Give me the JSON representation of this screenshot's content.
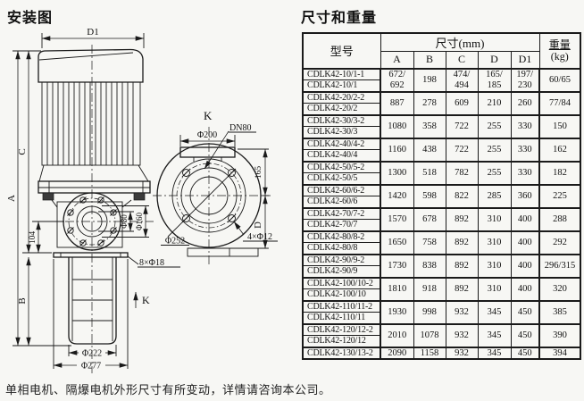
{
  "page": {
    "title_left": "安装图",
    "title_right": "尺寸和重量",
    "note": "单相电机、隔爆电机外形尺寸有所变动，详情请咨询本公司。"
  },
  "diagram": {
    "front_view": {
      "dim_d1": "D1",
      "dim_a": "A",
      "dim_b": "B",
      "dim_c": "C",
      "dim_104": "104",
      "dim_phi80": "Φ80",
      "dim_phi160": "Φ160",
      "dim_bolt_holes": "8×Φ18",
      "dim_phi222": "Φ222",
      "dim_phi277": "Φ277",
      "k_arrow_label": "K"
    },
    "k_view": {
      "view_label": "K",
      "dim_phi200": "Φ200",
      "flange_label": "DN80",
      "dim_165": "165",
      "dim_d": "D",
      "dim_bolt_holes": "4×Φ12",
      "dim_phi252": "Φ252"
    }
  },
  "table": {
    "header": {
      "model": "型号",
      "dims": "尺寸(mm)",
      "weight_line1": "重量",
      "weight_line2": "(kg)",
      "cols": [
        "A",
        "B",
        "C",
        "D",
        "D1"
      ]
    },
    "groups": [
      {
        "models": [
          "CDLK42-10/1-1",
          "CDLK42-10/1"
        ],
        "values": [
          "672/\n692",
          "198",
          "474/\n494",
          "165/\n185",
          "197/\n230",
          "60/65"
        ]
      },
      {
        "models": [
          "CDLK42-20/2-2",
          "CDLK42-20/2"
        ],
        "values": [
          "887",
          "278",
          "609",
          "210",
          "260",
          "77/84"
        ]
      },
      {
        "models": [
          "CDLK42-30/3-2",
          "CDLK42-30/3"
        ],
        "values": [
          "1080",
          "358",
          "722",
          "255",
          "330",
          "150"
        ]
      },
      {
        "models": [
          "CDLK42-40/4-2",
          "CDLK42-40/4"
        ],
        "values": [
          "1160",
          "438",
          "722",
          "255",
          "330",
          "162"
        ]
      },
      {
        "models": [
          "CDLK42-50/5-2",
          "CDLK42-50/5"
        ],
        "values": [
          "1300",
          "518",
          "782",
          "255",
          "330",
          "182"
        ]
      },
      {
        "models": [
          "CDLK42-60/6-2",
          "CDLK42-60/6"
        ],
        "values": [
          "1420",
          "598",
          "822",
          "285",
          "360",
          "225"
        ]
      },
      {
        "models": [
          "CDLK42-70/7-2",
          "CDLK42-70/7"
        ],
        "values": [
          "1570",
          "678",
          "892",
          "310",
          "400",
          "288"
        ]
      },
      {
        "models": [
          "CDLK42-80/8-2",
          "CDLK42-80/8"
        ],
        "values": [
          "1650",
          "758",
          "892",
          "310",
          "400",
          "292"
        ]
      },
      {
        "models": [
          "CDLK42-90/9-2",
          "CDLK42-90/9"
        ],
        "values": [
          "1730",
          "838",
          "892",
          "310",
          "400",
          "296/315"
        ]
      },
      {
        "models": [
          "CDLK42-100/10-2",
          "CDLK42-100/10"
        ],
        "values": [
          "1810",
          "918",
          "892",
          "310",
          "400",
          "320"
        ]
      },
      {
        "models": [
          "CDLK42-110/11-2",
          "CDLK42-110/11"
        ],
        "values": [
          "1930",
          "998",
          "932",
          "345",
          "450",
          "385"
        ]
      },
      {
        "models": [
          "CDLK42-120/12-2",
          "CDLK42-120/12"
        ],
        "values": [
          "2010",
          "1078",
          "932",
          "345",
          "450",
          "390"
        ]
      },
      {
        "models": [
          "CDLK42-130/13-2"
        ],
        "values": [
          "2090",
          "1158",
          "932",
          "345",
          "450",
          "394"
        ]
      }
    ]
  },
  "colors": {
    "ink": "#1a1a1a",
    "background": "#f7f7f4"
  }
}
